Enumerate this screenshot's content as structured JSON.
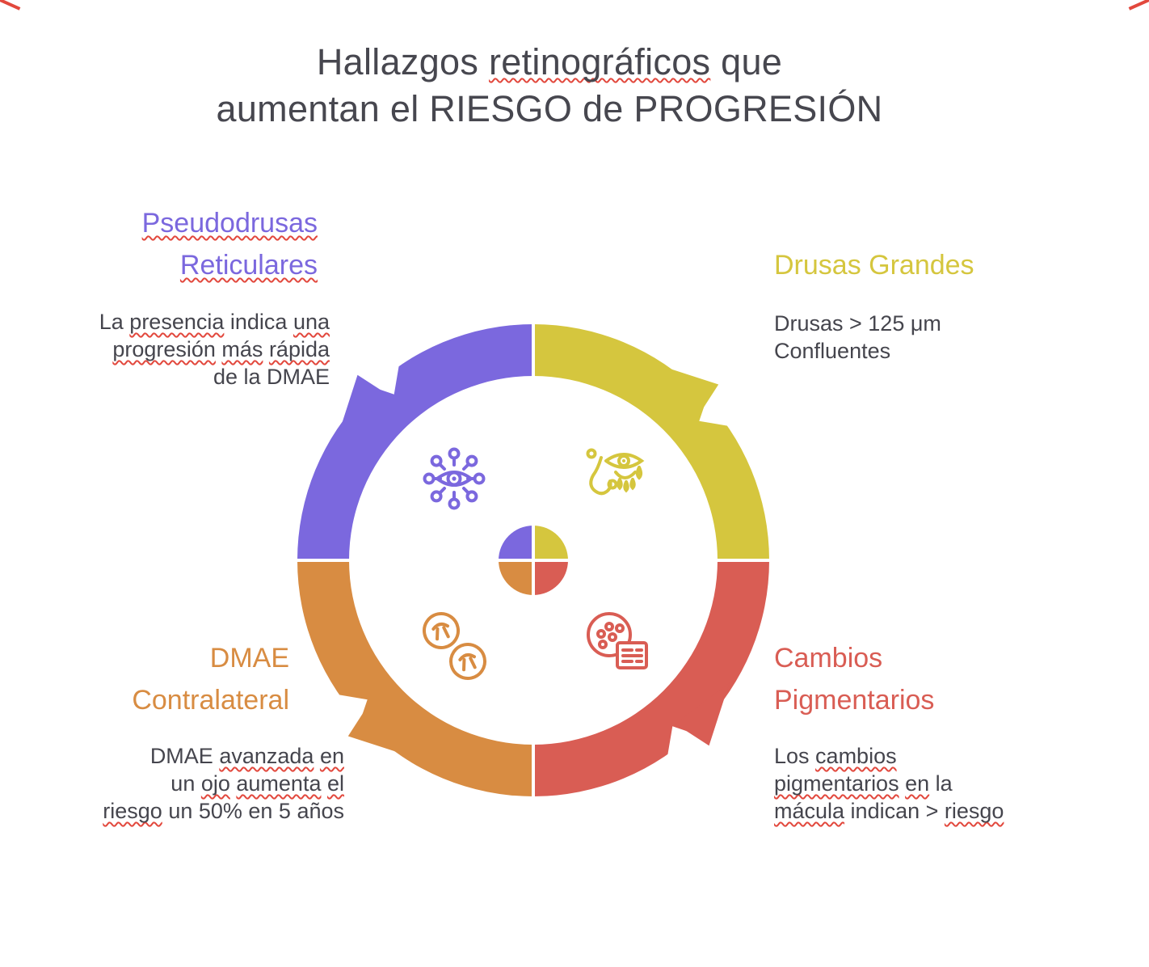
{
  "title": {
    "lines": [
      [
        {
          "t": "Hallazgos "
        },
        {
          "t": "retinográficos",
          "sq": true
        },
        {
          "t": " que"
        }
      ],
      [
        {
          "t": "aumentan el RIESGO de PROGRESIÓN"
        }
      ]
    ]
  },
  "sections": {
    "pseudodrusas_reticulares": {
      "color": "#7b68de",
      "heading": [
        [
          {
            "t": "Pseudodrusas",
            "sq": true
          }
        ],
        [
          {
            "t": "Reticulares",
            "sq": true
          }
        ]
      ],
      "description": [
        [
          {
            "t": "La "
          },
          {
            "t": "presencia",
            "sq": true
          },
          {
            "t": " indica "
          },
          {
            "t": "una",
            "sq": true
          }
        ],
        [
          {
            "t": "progresión",
            "sq": true
          },
          {
            "t": " "
          },
          {
            "t": "más",
            "sq": true
          },
          {
            "t": " "
          },
          {
            "t": "rápida",
            "sq": true
          }
        ],
        [
          {
            "t": "de la DMAE"
          }
        ]
      ]
    },
    "drusas_grandes": {
      "color": "#d5c63e",
      "heading": [
        [
          {
            "t": "Drusas Grandes"
          }
        ]
      ],
      "description": [
        [
          {
            "t": "Drusas > 125 μm"
          }
        ],
        [
          {
            "t": "Confluentes"
          }
        ]
      ]
    },
    "dmae_contralateral": {
      "color": "#d88c42",
      "heading": [
        [
          {
            "t": "DMAE"
          }
        ],
        [
          {
            "t": "Contralateral"
          }
        ]
      ],
      "description": [
        [
          {
            "t": "DMAE "
          },
          {
            "t": "avanzada",
            "sq": true
          },
          {
            "t": " "
          },
          {
            "t": "en",
            "sq": true
          }
        ],
        [
          {
            "t": "un "
          },
          {
            "t": "ojo",
            "sq": true
          },
          {
            "t": " "
          },
          {
            "t": "aumenta",
            "sq": true
          },
          {
            "t": " "
          },
          {
            "t": "el",
            "sq": true
          }
        ],
        [
          {
            "t": "riesgo",
            "sq": true
          },
          {
            "t": " un 50% en 5 años"
          }
        ]
      ]
    },
    "cambios_pigmentarios": {
      "color": "#d95d54",
      "heading": [
        [
          {
            "t": "Cambios"
          }
        ],
        [
          {
            "t": "Pigmentarios"
          }
        ]
      ],
      "description": [
        [
          {
            "t": "Los "
          },
          {
            "t": "cambios",
            "sq": true
          }
        ],
        [
          {
            "t": "pigmentarios",
            "sq": true
          },
          {
            "t": " "
          },
          {
            "t": "en",
            "sq": true
          },
          {
            "t": " la"
          }
        ],
        [
          {
            "t": "mácula",
            "sq": true
          },
          {
            "t": " indican > "
          },
          {
            "t": "riesgo",
            "sq": true
          }
        ]
      ]
    }
  },
  "wheel": {
    "colors": {
      "purple": "#7b68de",
      "yellow": "#d5c63e",
      "orange": "#d88c42",
      "red": "#d95d54"
    },
    "icons": {
      "purple": "eye-network-icon",
      "yellow": "eye-drusen-drops-icon",
      "orange": "drusen-cells-icon",
      "red": "pigment-palette-icon"
    },
    "center_pie_slices": [
      "purple",
      "yellow",
      "orange",
      "red"
    ]
  },
  "spellcheck_color": "#e2483d",
  "text_color": "#45454d"
}
